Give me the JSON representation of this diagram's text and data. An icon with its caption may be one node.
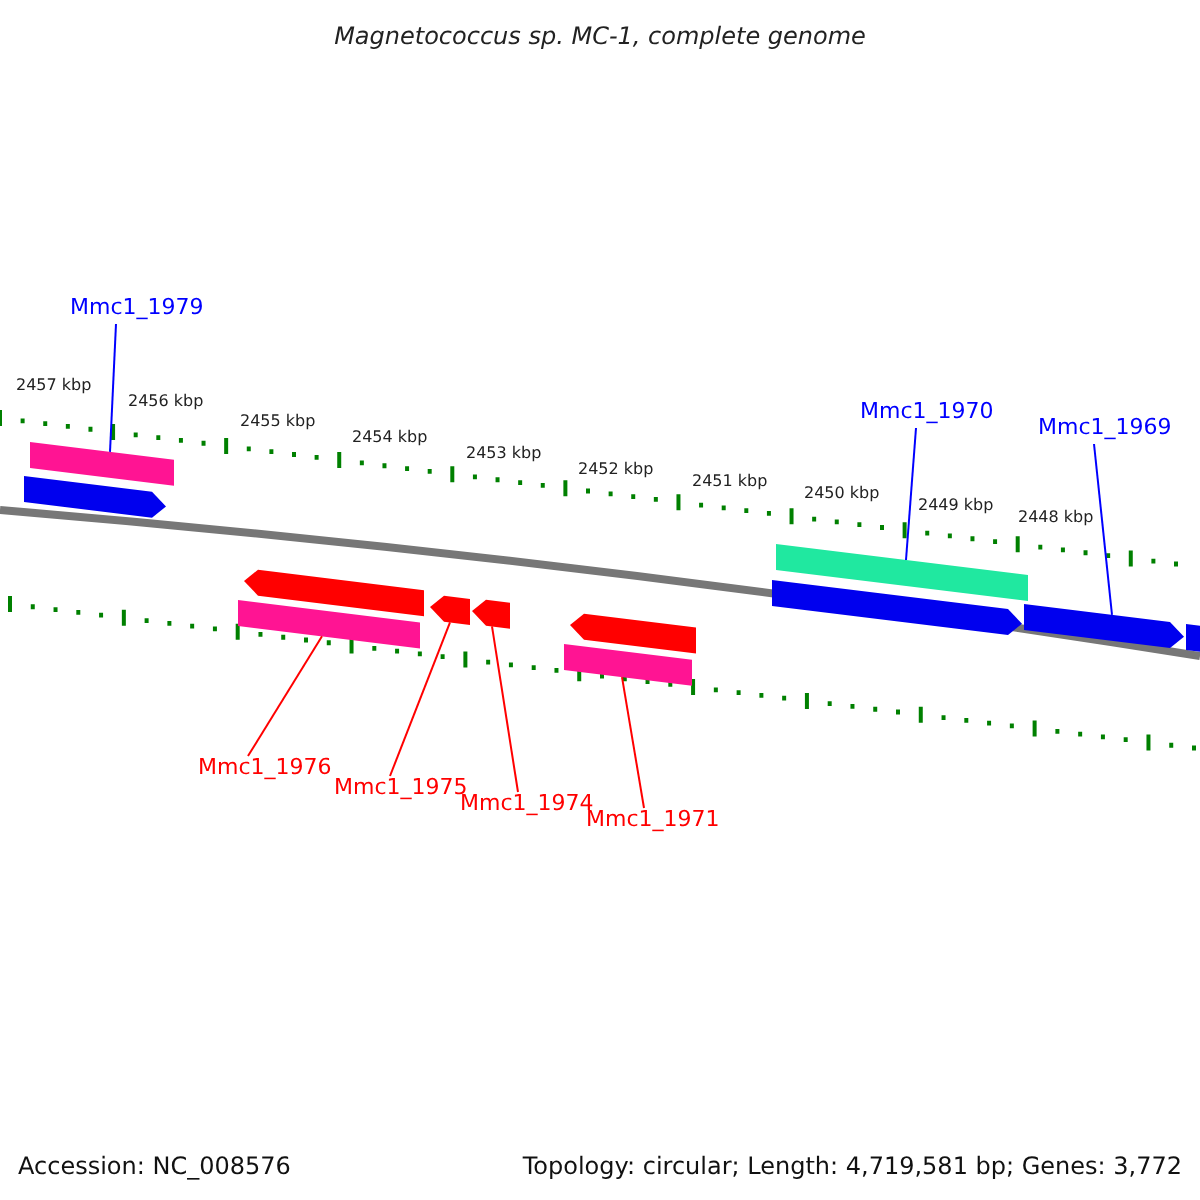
{
  "diagram": {
    "title": "Magnetococcus sp. MC-1, complete genome",
    "nodes": [
      {
        "text": [
          "Mmc1_1979"
        ]
      },
      {
        "text": [
          "Mmc1_1970"
        ]
      },
      {
        "text": [
          "Mmc1_1969"
        ]
      },
      {
        "text": [
          "Mmc1_1976"
        ]
      },
      {
        "text": [
          "Mmc1_1975"
        ]
      },
      {
        "text": [
          "Mmc1_1974"
        ]
      },
      {
        "text": [
          "Mmc1_1971"
        ]
      },
      {
        "text": [],
        "shape": "bar"
      },
      {
        "text": [],
        "shape": "arrow"
      },
      {
        "text": [],
        "shape": "arrow"
      },
      {
        "text": [],
        "shape": "bar"
      },
      {
        "text": [],
        "shape": "arrow"
      },
      {
        "text": [],
        "shape": "arrow"
      },
      {
        "text": [],
        "shape": "arrow"
      },
      {
        "text": [],
        "shape": "bar"
      },
      {
        "text": [],
        "shape": "bar"
      },
      {
        "text": [],
        "shape": "arrow"
      },
      {
        "text": [],
        "shape": "arrow"
      },
      {
        "text": [],
        "shape": "arrow"
      }
    ],
    "edges": [
      {
        "from": 0,
        "to": 7,
        "arrow": "none",
        "color": "#0000ff"
      },
      {
        "from": 1,
        "to": 15,
        "arrow": "none",
        "color": "#0000ff"
      },
      {
        "from": 2,
        "to": 17,
        "arrow": "none",
        "color": "#0000ff"
      },
      {
        "from": 3,
        "to": 10,
        "arrow": "none",
        "color": "#ff0000"
      },
      {
        "from": 4,
        "to": 11,
        "arrow": "none",
        "color": "#ff0000"
      },
      {
        "from": 5,
        "to": 12,
        "arrow": "none",
        "color": "#ff0000"
      },
      {
        "from": 6,
        "to": 14,
        "arrow": "none",
        "color": "#ff0000"
      }
    ],
    "labels": [
      "2457 kbp",
      "2456 kbp",
      "2455 kbp",
      "2454 kbp",
      "2453 kbp",
      "2452 kbp",
      "2451 kbp",
      "2450 kbp",
      "2449 kbp",
      "2448 kbp",
      "Accession: NC_008576",
      "Topology: circular; Length: 4,719,581 bp; Genes: 3,772"
    ]
  }
}
